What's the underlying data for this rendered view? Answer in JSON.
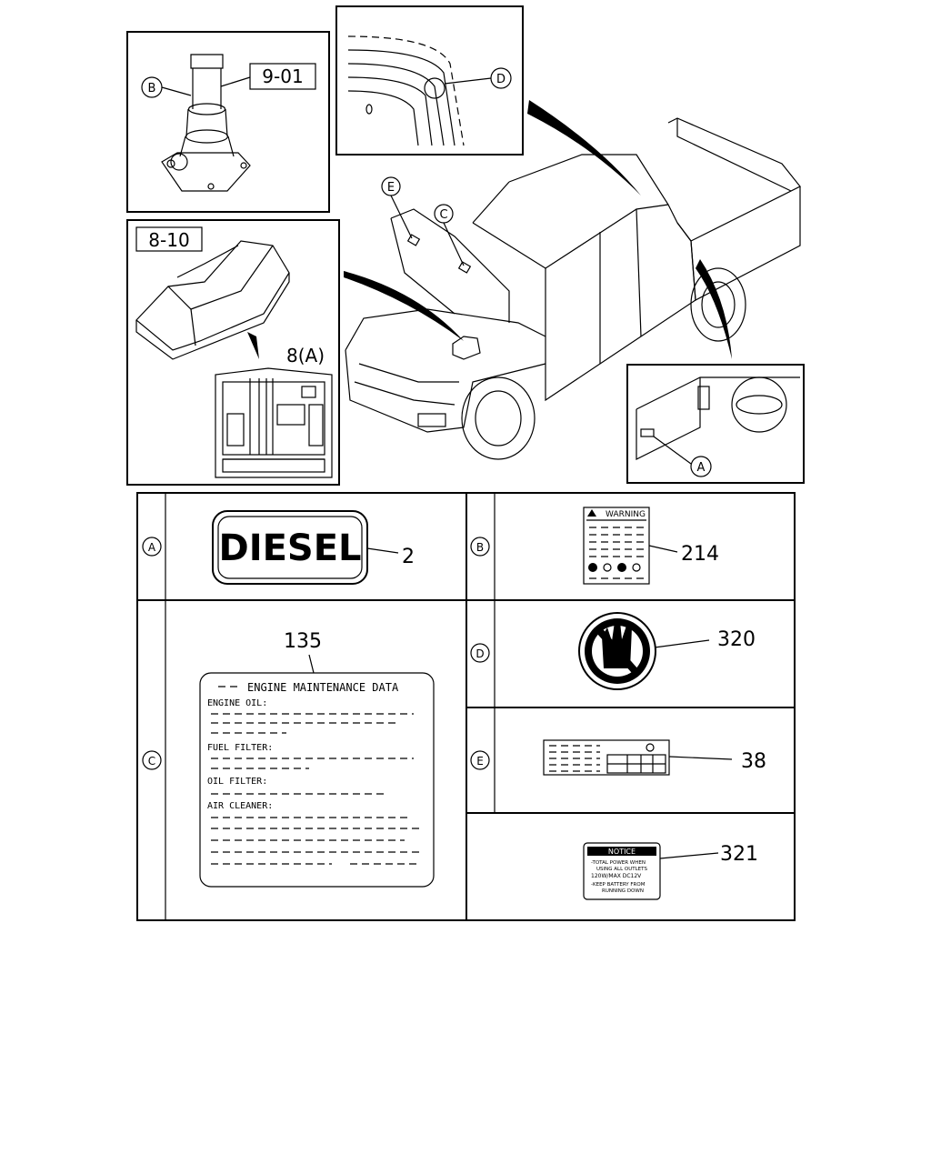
{
  "callouts": {
    "jack_ref": "9-01",
    "fusebox_ref": "8-10",
    "fusebox_sub_ref": "8(A)",
    "letters": [
      "A",
      "B",
      "C",
      "D",
      "E"
    ]
  },
  "labels_table": {
    "row_letters": [
      "A",
      "B",
      "C",
      "D",
      "E"
    ],
    "diesel_text": "DIESEL",
    "diesel_num": "2",
    "warning_header": "WARNING",
    "warning_num": "214",
    "engine_num": "135",
    "engine_title": "ENGINE MAINTENANCE DATA",
    "engine_fields": [
      "ENGINE OIL:",
      "FUEL FILTER:",
      "OIL FILTER:",
      "AIR CLEANER:"
    ],
    "nohand_num": "320",
    "decal_num": "38",
    "notice_num": "321",
    "notice_header": "NOTICE",
    "notice_lines": [
      "-TOTAL POWER WHEN",
      "USING ALL OUTLETS",
      "120W/MAX DC12V",
      "-KEEP BATTERY FROM",
      "RUNNING DOWN"
    ]
  }
}
